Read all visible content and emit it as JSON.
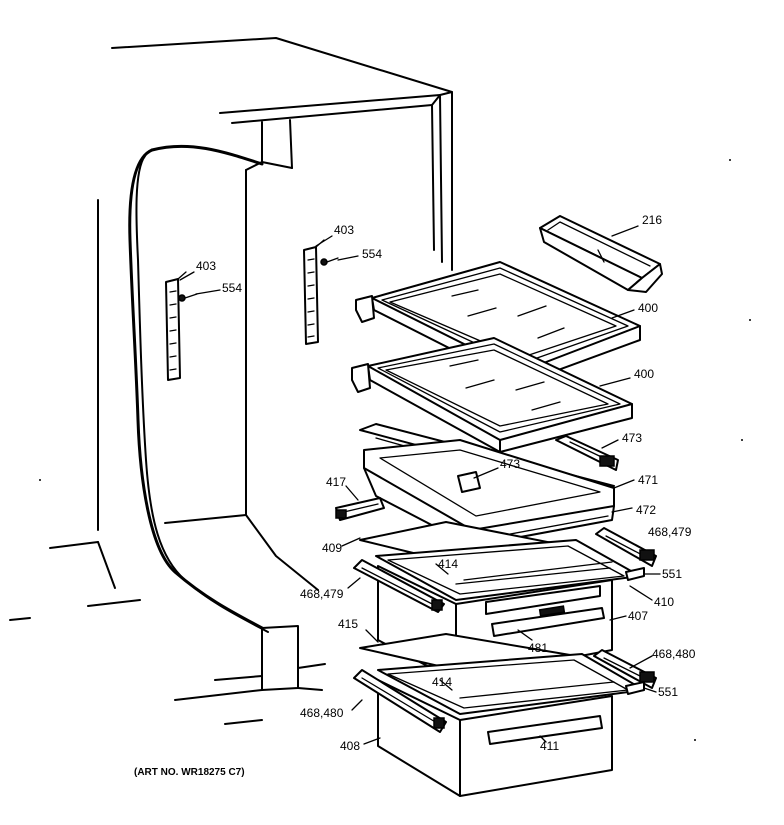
{
  "labels": {
    "l216": "216",
    "l403a": "403",
    "l554a": "554",
    "l403b": "403",
    "l554b": "554",
    "l400a": "400",
    "l400b": "400",
    "l473a": "473",
    "l473b": "473",
    "l471": "471",
    "l472": "472",
    "l417": "417",
    "l409": "409",
    "l414a": "414",
    "l468_479a": "468,479",
    "l551a": "551",
    "l468_479b": "468,479",
    "l410": "410",
    "l407": "407",
    "l415": "415",
    "l481": "481",
    "l468_480a": "468,480",
    "l414b": "414",
    "l551b": "551",
    "l468_480b": "468,480",
    "l408": "408",
    "l411": "411"
  },
  "art_number": "(ART NO. WR18275 C7)"
}
